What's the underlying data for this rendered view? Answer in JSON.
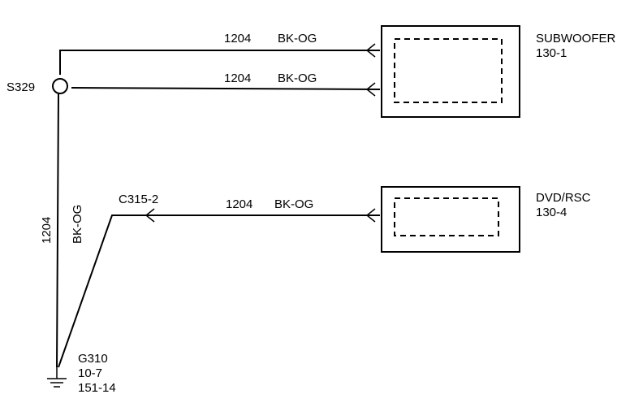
{
  "splice": {
    "label": "S329"
  },
  "ground": {
    "label": "G310",
    "ref_1": "10-7",
    "ref_2": "151-14"
  },
  "components": {
    "subwoofer": {
      "name": "SUBWOOFER",
      "ref": "130-1"
    },
    "dvd_rsc": {
      "name": "DVD/RSC",
      "ref": "130-4"
    }
  },
  "connector": {
    "label": "C315-2"
  },
  "wires": {
    "sub_top": {
      "circuit": "1204",
      "color": "BK-OG"
    },
    "sub_bottom": {
      "circuit": "1204",
      "color": "BK-OG"
    },
    "dvd": {
      "circuit": "1204",
      "color": "BK-OG"
    },
    "vertical": {
      "circuit": "1204",
      "color": "BK-OG"
    }
  }
}
